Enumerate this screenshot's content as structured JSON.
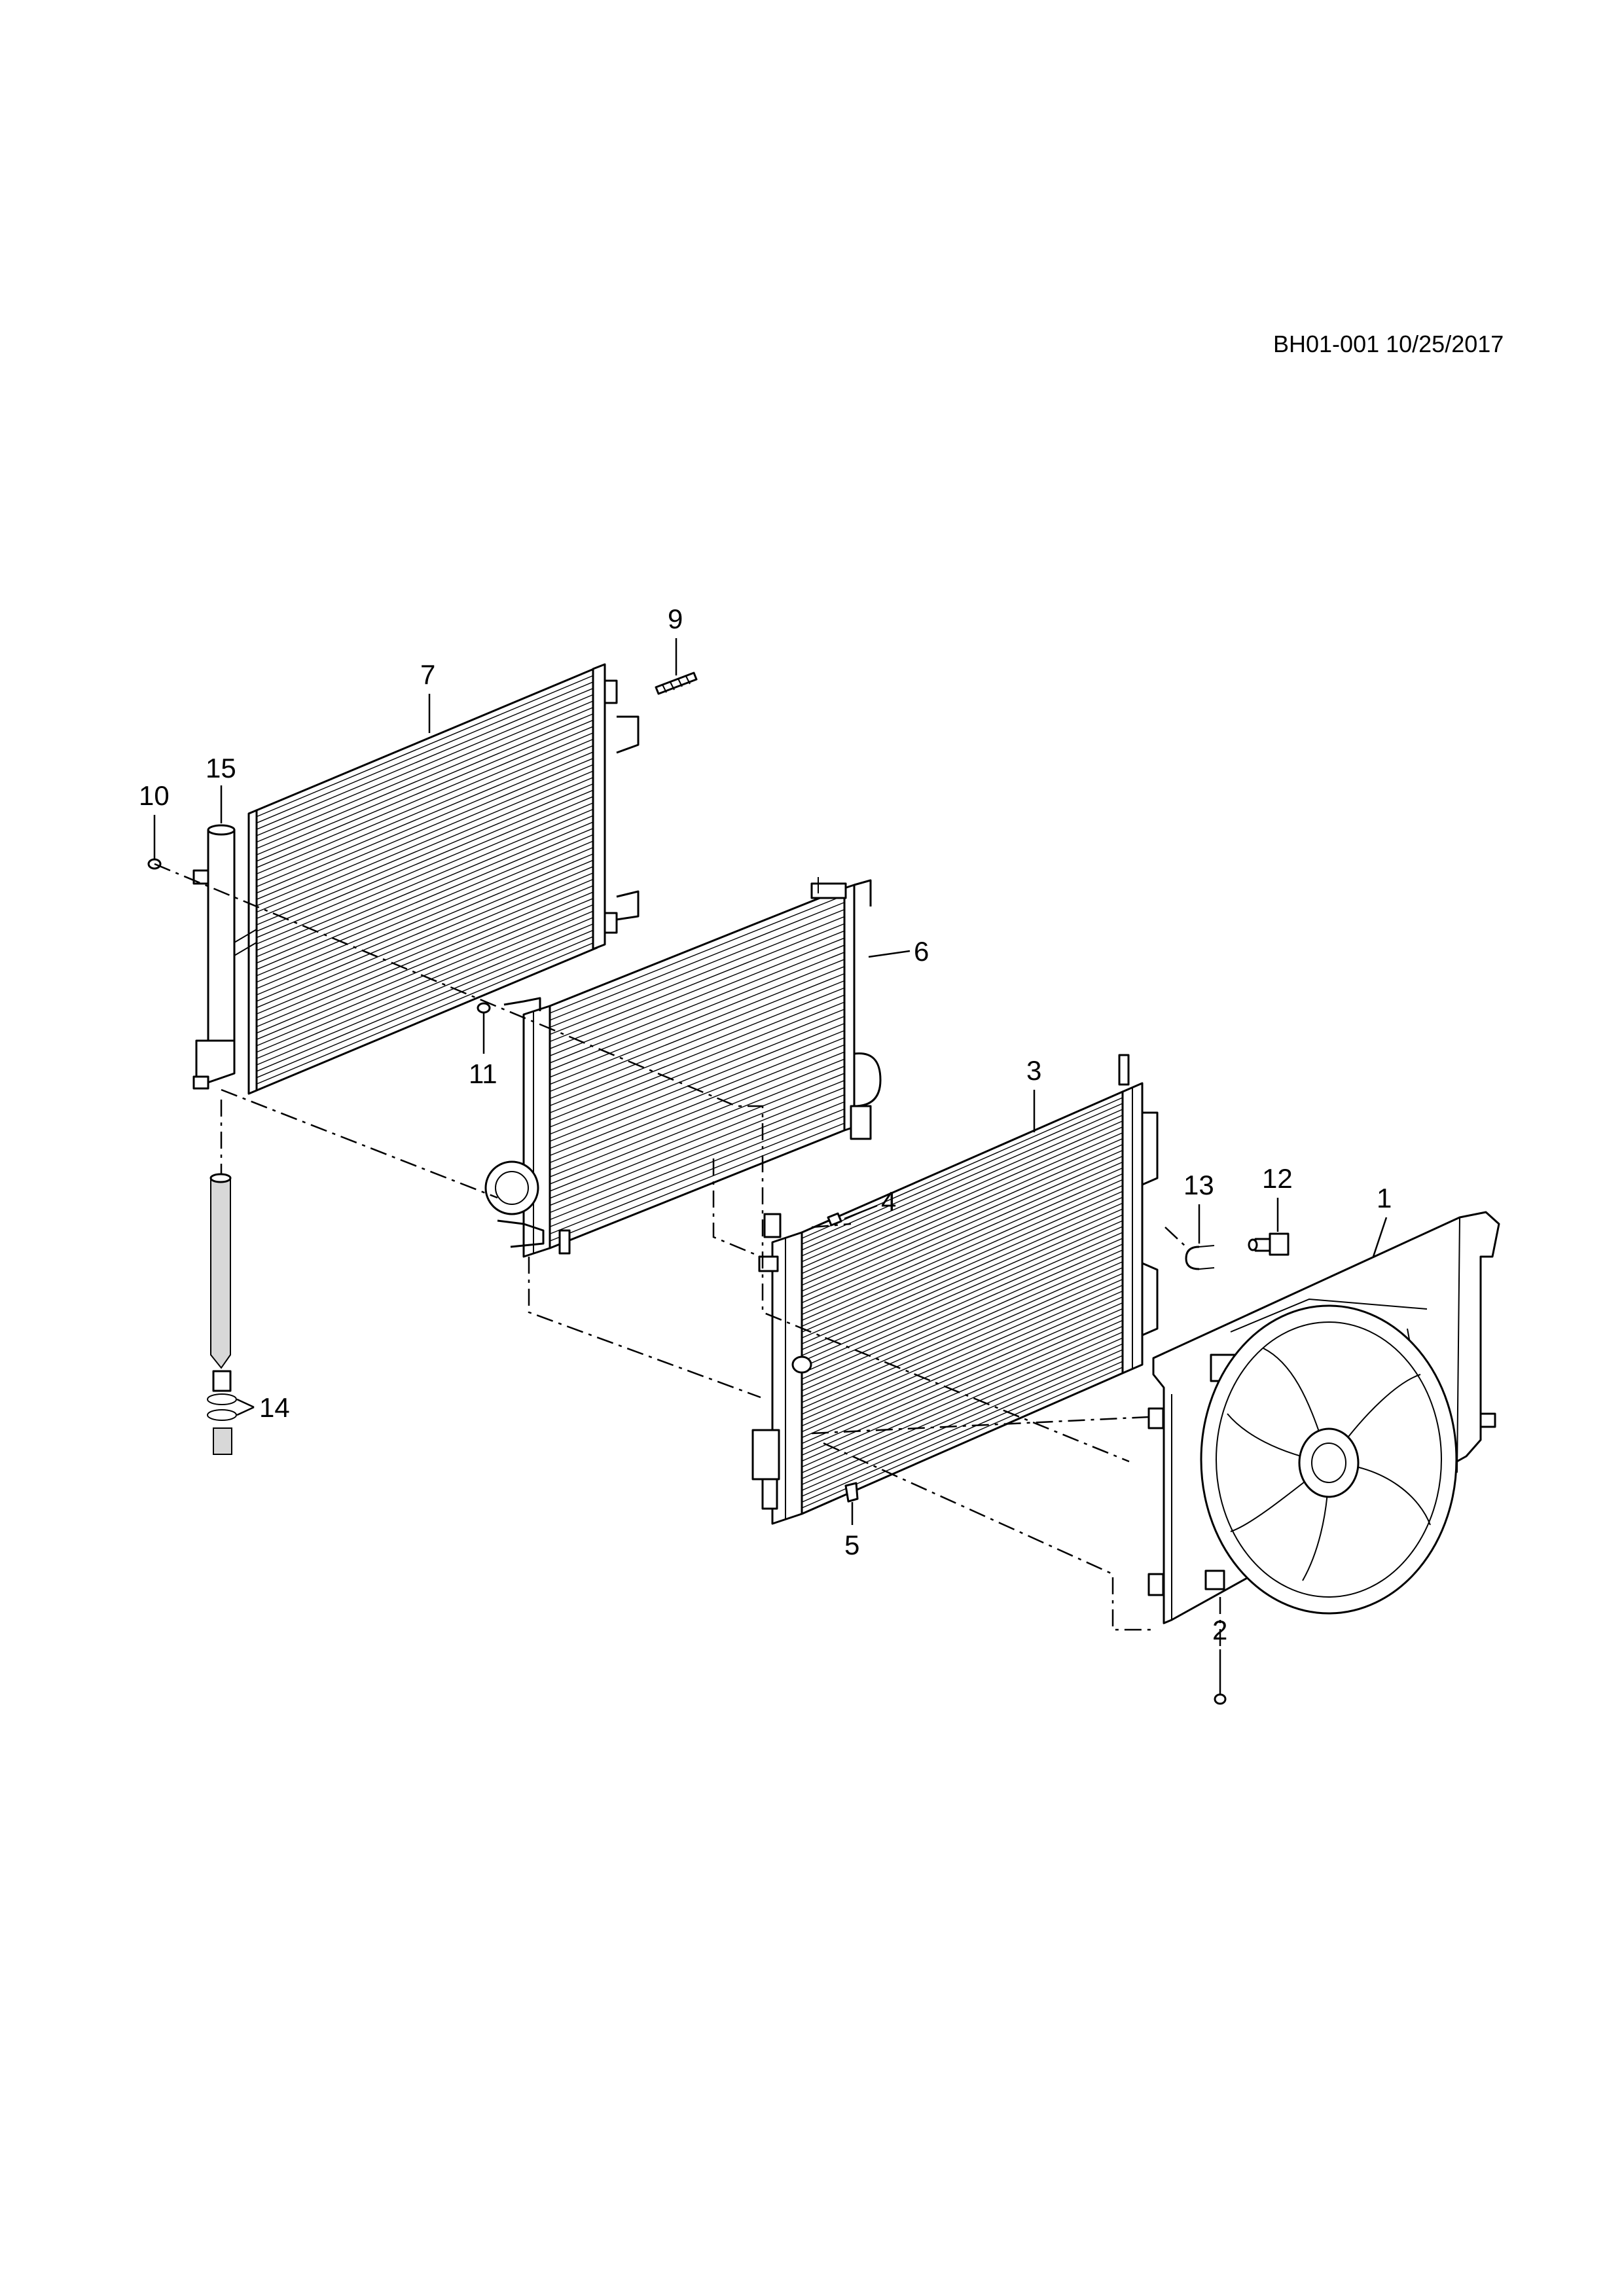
{
  "document": {
    "id_stamp": "BH01-001 10/25/2017"
  },
  "callouts": {
    "c1": "1",
    "c2": "2",
    "c3": "3",
    "c4": "4",
    "c5": "5",
    "c6": "6",
    "c7": "7",
    "c9": "9",
    "c10": "10",
    "c11": "11",
    "c12": "12",
    "c13": "13",
    "c14": "14",
    "c15": "15"
  }
}
